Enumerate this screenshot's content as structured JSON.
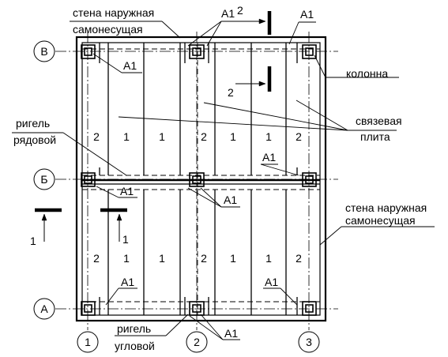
{
  "axes": {
    "rows": [
      "В",
      "Б",
      "А"
    ],
    "columns": [
      "1",
      "2",
      "3"
    ]
  },
  "labels": {
    "outer_wall_top_line1": "стена наружная",
    "outer_wall_top_line2": "самонесущая",
    "column": "колонна",
    "tie_slab_line1": "связевая",
    "tie_slab_line2": "плита",
    "beam_row_line1": "ригель",
    "beam_row_line2": "рядовой",
    "outer_wall_right_line1": "стена наружная",
    "outer_wall_right_line2": "самонесущая",
    "beam_corner_line1": "ригель",
    "beam_corner_line2": "угловой",
    "node_a1": "А1"
  },
  "sections": {
    "cut_1": "1",
    "cut_2": "2"
  },
  "slab_marks": {
    "top": [
      "2",
      "1",
      "1",
      "2",
      "1",
      "1",
      "2"
    ],
    "bottom": [
      "2",
      "1",
      "1",
      "2",
      "1",
      "1",
      "2"
    ]
  }
}
